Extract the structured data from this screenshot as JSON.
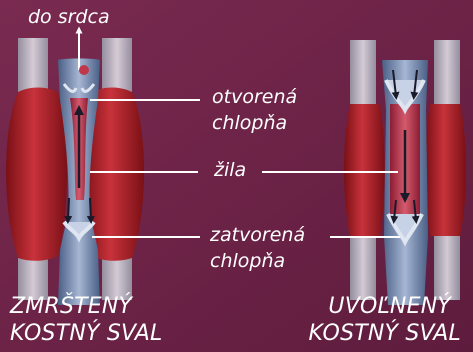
{
  "labels": {
    "to_heart": "do srdca",
    "open_valve_line1": "otvorená",
    "open_valve_line2": "chlopňa",
    "vein": "žila",
    "closed_valve_line1": "zatvorená",
    "closed_valve_line2": "chlopňa"
  },
  "panels": {
    "left": {
      "caption_line1": "ZMRŠTENÝ",
      "caption_line2": "KOSTNÝ SVAL"
    },
    "right": {
      "caption_line1": "UVOĽNENÝ",
      "caption_line2": "KOSTNÝ SVAL"
    }
  },
  "colors": {
    "background": "#6b2446",
    "muscle": "#b4232f",
    "vein_wall": "#6f85a8",
    "blood": "#c0364a",
    "text": "#ffffff"
  }
}
